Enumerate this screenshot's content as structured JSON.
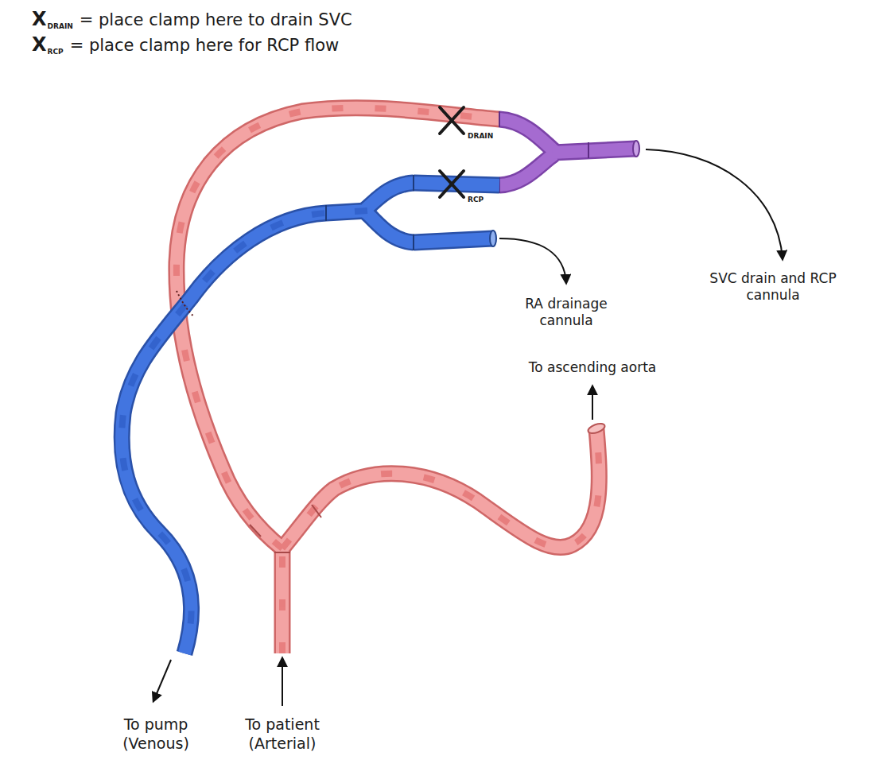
{
  "diagram": {
    "labels": [
      "X",
      "DRAIN",
      "= place clamp here to drain SVC",
      "X",
      "RCP",
      "= place clamp here for RCP flow",
      "DRAIN",
      "RCP",
      "SVC drain and RCP cannula",
      "RA drainage cannula",
      "To ascending aorta",
      "To pump (Venous)",
      "To patient (Arterial)"
    ]
  }
}
